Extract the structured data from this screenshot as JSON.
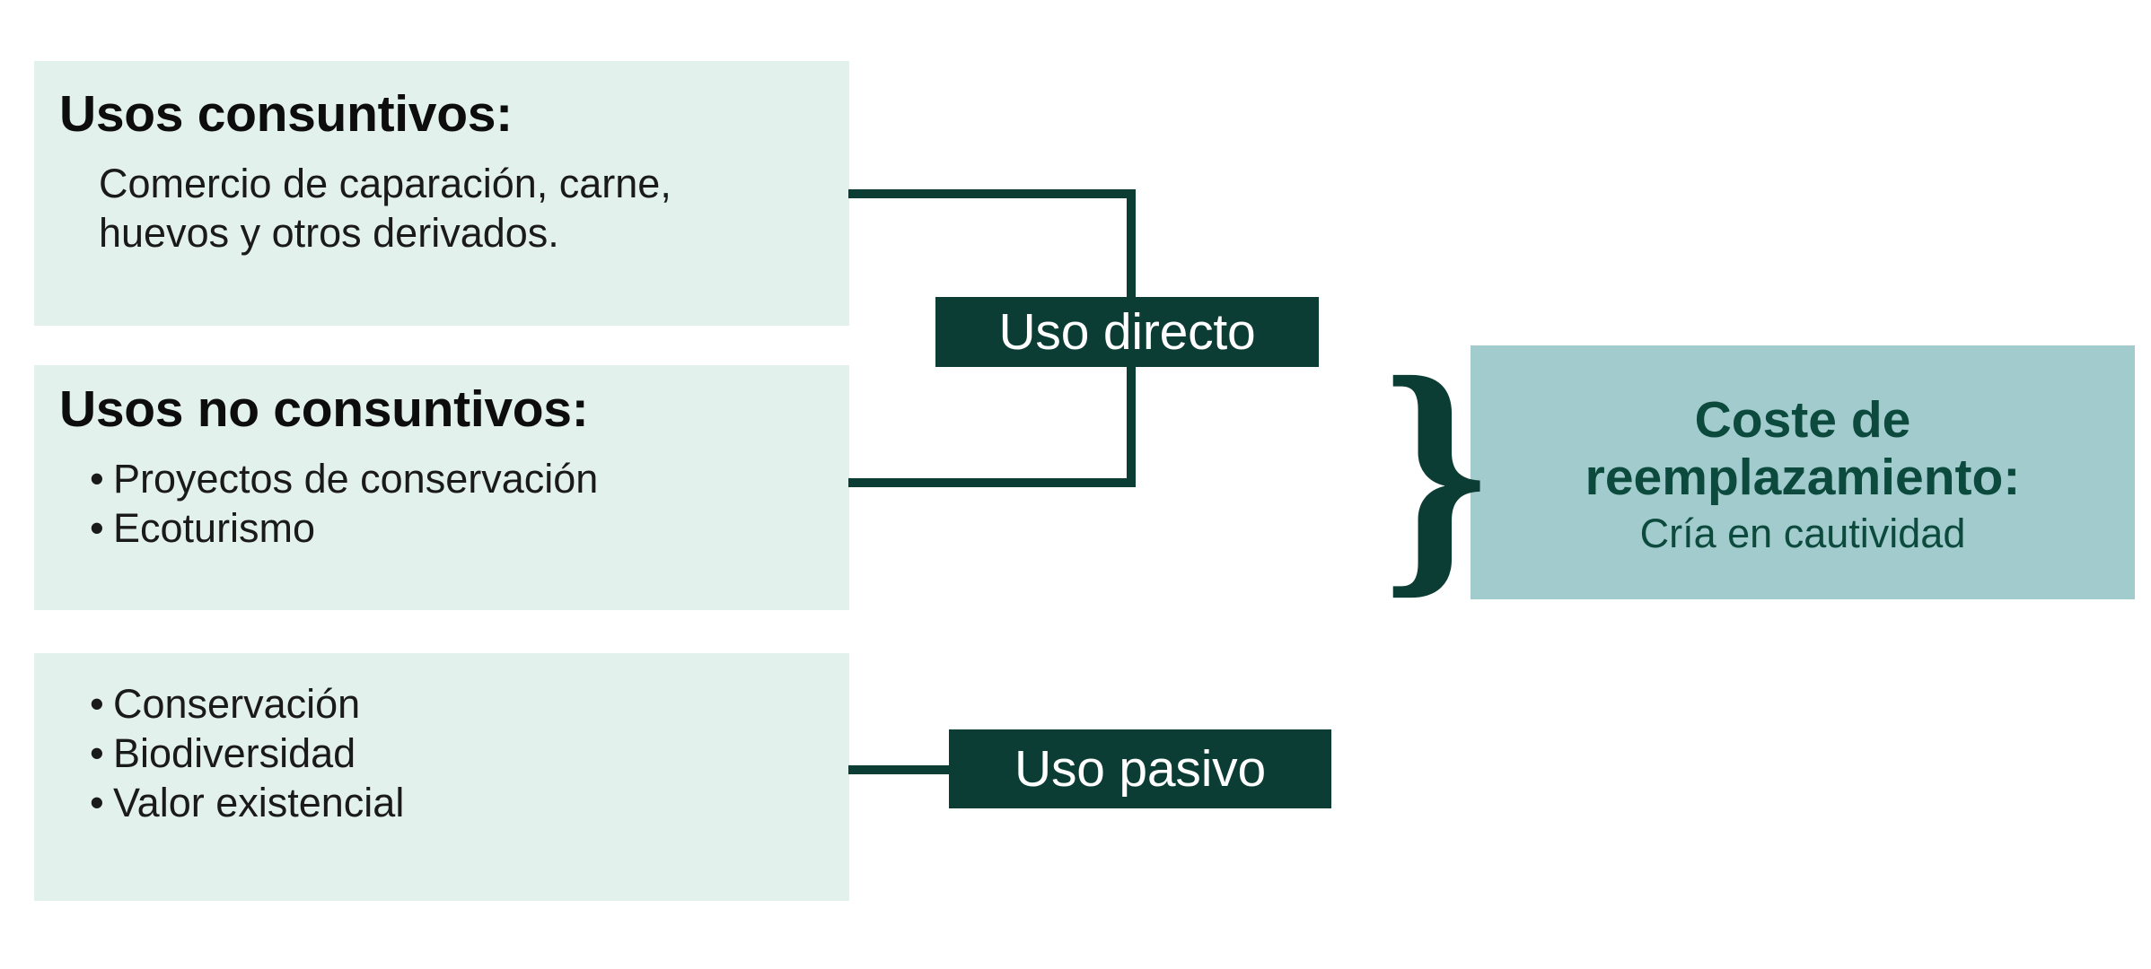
{
  "diagram": {
    "title_text": "",
    "colors": {
      "panel_light": "#e3f1ed",
      "panel_teal": "#a1cbcd",
      "dark_green": "#0c3d35",
      "text_dark_green": "#0c4a3e",
      "text_black": "#1a1a1a",
      "background": "#ffffff"
    },
    "panels": {
      "consuntivos": {
        "title": "Usos consuntivos:",
        "lines": [
          "Comercio de caparación, carne,",
          "huevos y otros derivados."
        ]
      },
      "no_consuntivos": {
        "title": "Usos no consuntivos:",
        "bullets": [
          "Proyectos de conservación",
          "Ecoturismo"
        ]
      },
      "pasivo_list": {
        "title": "",
        "bullets": [
          "Conservación",
          "Biodiversidad",
          "Valor existencial"
        ]
      }
    },
    "tags": {
      "uso_directo": "Uso directo",
      "uso_pasivo": "Uso pasivo"
    },
    "brace": {
      "glyph": "}"
    },
    "result": {
      "title": "Coste de\nreemplazamiento:",
      "subtitle": "Cría en cautividad"
    },
    "bullet_marker": "•"
  }
}
